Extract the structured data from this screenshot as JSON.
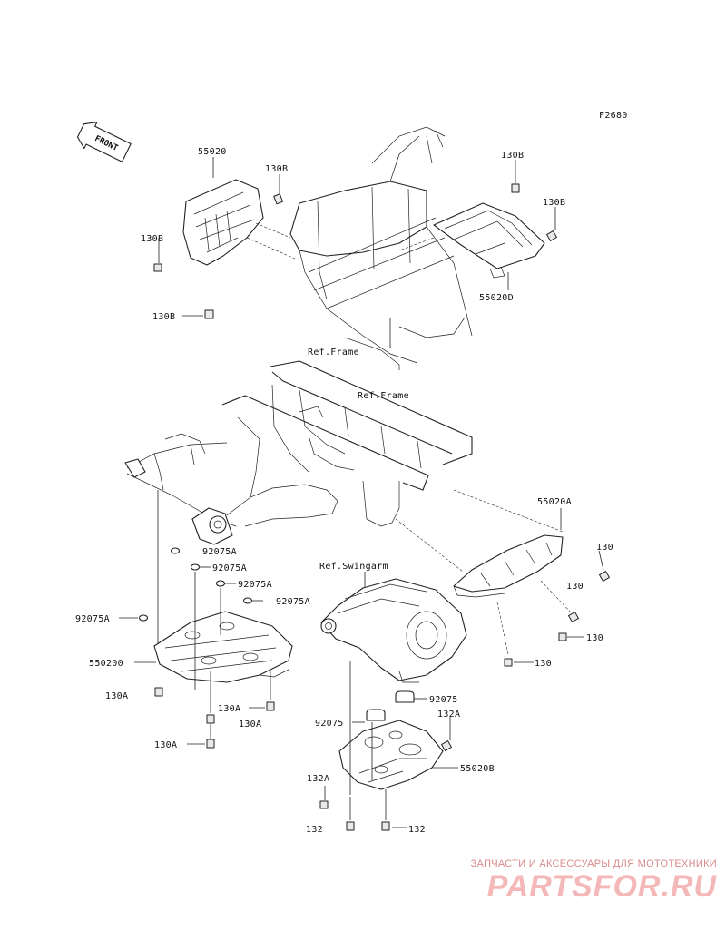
{
  "diagram_code": "F2680",
  "front_marker": "FRONT",
  "labels": {
    "l55020": "55020",
    "l130B_a": "130B",
    "l130B_b": "130B",
    "l130B_c": "130B",
    "l130B_d": "130B",
    "l130B_e": "130B",
    "l55020D": "55020D",
    "ref_frame_1": "Ref.Frame",
    "ref_frame_2": "Ref.Frame",
    "l55020A": "55020A",
    "l130_a": "130",
    "l130_b": "130",
    "l130_c": "130",
    "l130_d": "130",
    "ref_swingarm": "Ref.Swingarm",
    "l92075A_a": "92075A",
    "l92075A_b": "92075A",
    "l92075A_c": "92075A",
    "l92075A_d": "92075A",
    "l92075A_e": "92075A",
    "l55020C": "550200",
    "l130A_a": "130A",
    "l130A_b": "130A",
    "l130A_c": "130A",
    "l130A_d": "130A",
    "l92075_a": "92075",
    "l92075_b": "92075",
    "l132A_a": "132A",
    "l132A_b": "132A",
    "l55020B": "55020B",
    "l132_a": "132",
    "l132_b": "132"
  },
  "watermark": {
    "tagline": "ЗАПЧАСТИ И АКСЕССУАРЫ ДЛЯ МОТОТЕХНИКИ",
    "logo": "PARTSFOR.RU"
  }
}
